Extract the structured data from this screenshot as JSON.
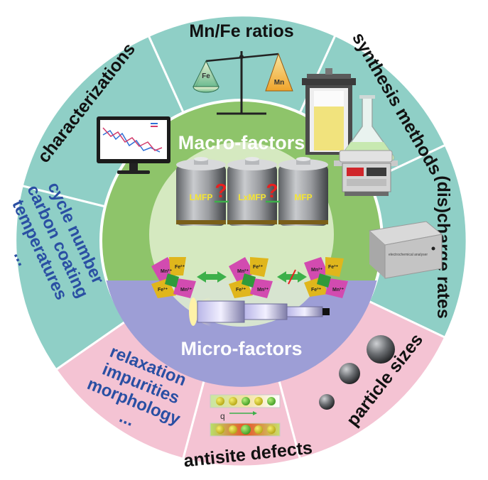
{
  "macro": {
    "title": "Macro-factors",
    "factors": [
      "Mn/Fe ratios",
      "synthesis methods",
      "(dis)charge rates",
      "characterizations"
    ],
    "others": [
      "cycle number",
      "carbon coating",
      "temperatures",
      "..."
    ]
  },
  "micro": {
    "title": "Micro-factors",
    "factors": [
      "particle sizes",
      "antisite defects"
    ],
    "others": [
      "relaxation",
      "impurities",
      "morphology",
      "..."
    ]
  },
  "batteries": [
    "LMFP",
    "LxMFP",
    "MFP"
  ],
  "balance": {
    "left": "Fe",
    "right": "Mn"
  },
  "analyser_label": "electrochemical analyser",
  "colors": {
    "teal_sector": "#8fcfc6",
    "pink_sector": "#f4c3d3",
    "macro_green": "#8ec46a",
    "inner_pale": "#e2f0cf",
    "micro_purple": "#9d9ed6",
    "question_red": "#e8201f",
    "arrow_green": "#3db04a",
    "text_blue": "#2a4fa3"
  },
  "icons": [
    "monitor-icon",
    "balance-scale-icon",
    "autoclave-icon",
    "flask-icon",
    "tube-furnace-icon",
    "analyser-icon",
    "battery-icon",
    "crystal-structure-icon",
    "microscope-icon",
    "particle-sphere-icon",
    "defect-chain-icon"
  ]
}
